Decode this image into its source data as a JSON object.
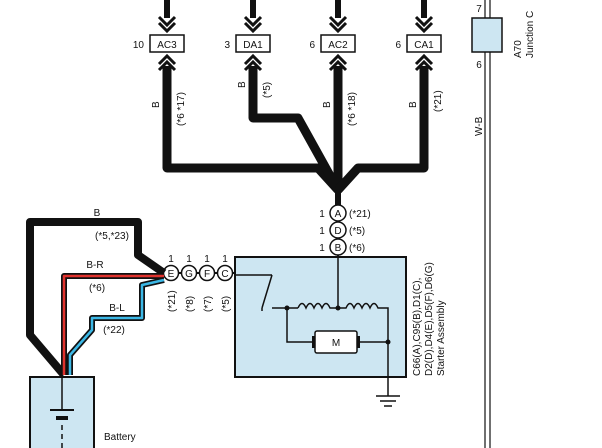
{
  "connectors": [
    {
      "pin": "10",
      "code": "AC3",
      "wire": "B",
      "note": "(*6 *17)"
    },
    {
      "pin": "3",
      "code": "DA1",
      "wire": "B",
      "note": "(*5)"
    },
    {
      "pin": "6",
      "code": "AC2",
      "wire": "B",
      "note": "(*6 *18)"
    },
    {
      "pin": "6",
      "code": "CA1",
      "wire": "B",
      "note": "(*21)"
    }
  ],
  "junction": {
    "pin_top": "7",
    "pin_bottom": "6",
    "id": "A70",
    "name": "Junction C",
    "wire": "W-B"
  },
  "starter_top_pins": [
    {
      "num": "1",
      "letter": "A",
      "note": "(*21)"
    },
    {
      "num": "1",
      "letter": "D",
      "note": "(*5)"
    },
    {
      "num": "1",
      "letter": "B",
      "note": "(*6)"
    }
  ],
  "starter_side_pins": [
    {
      "num": "1",
      "letter": "E",
      "note": "(*21)"
    },
    {
      "num": "1",
      "letter": "G",
      "note": "(*8)"
    },
    {
      "num": "1",
      "letter": "F",
      "note": "(*7)"
    },
    {
      "num": "1",
      "letter": "C",
      "note": "(*5)"
    }
  ],
  "battery_wires": [
    {
      "color": "B",
      "note": "(*5,*23)"
    },
    {
      "color": "B-R",
      "note": "(*6)"
    },
    {
      "color": "B-L",
      "note": "(*22)"
    }
  ],
  "starter": {
    "connectors_line1": "C66(A),C95(B),D1(C),",
    "connectors_line2": "D2(D),D4(E),D5(F),D6(G)",
    "name": "Starter Assembly",
    "motor": "M"
  },
  "battery": {
    "name": "Battery"
  },
  "colors": {
    "wire_black": "#111111",
    "wire_red": "#e0322d",
    "wire_blue": "#3cb8e6",
    "component_fill": "#cde6f2"
  }
}
